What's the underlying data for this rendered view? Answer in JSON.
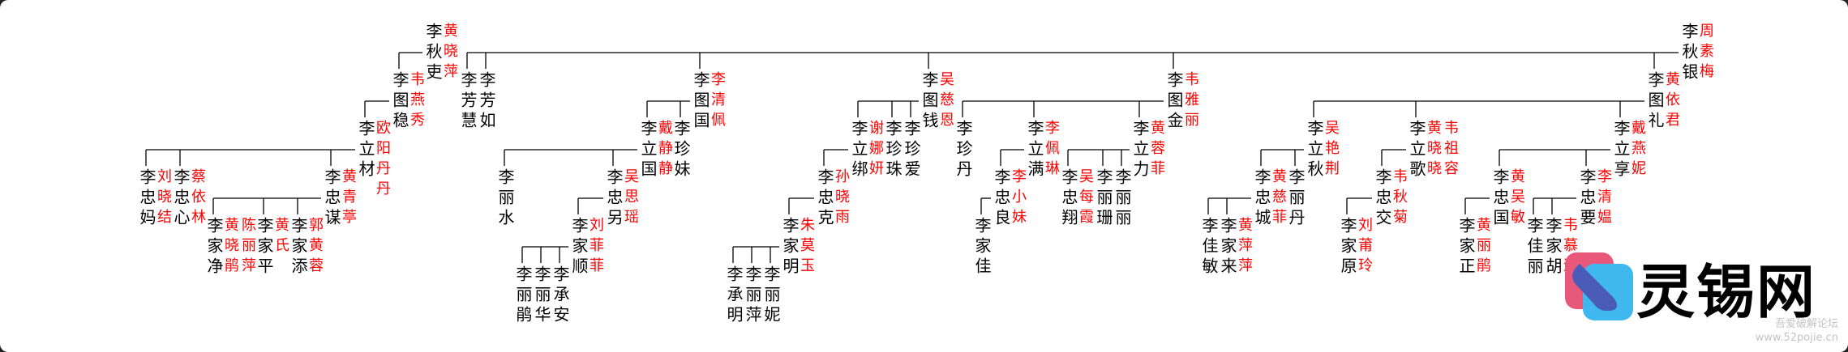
{
  "colors": {
    "person": "#000000",
    "spouse": "#ff0000",
    "line": "#000000"
  },
  "people": [
    {
      "id": "p0",
      "name": "李秋吏",
      "spouses": [
        "黄晓萍"
      ],
      "parent": null
    },
    {
      "id": "p1",
      "name": "李图稳",
      "spouses": [
        "韦燕秀"
      ],
      "parent": "p0"
    },
    {
      "id": "p2",
      "name": "李立材",
      "spouses": [
        "欧阳丹丹"
      ],
      "parent": "p1"
    },
    {
      "id": "p3",
      "name": "李忠妈",
      "spouses": [
        "刘晓结"
      ],
      "parent": "p2"
    },
    {
      "id": "p4",
      "name": "李忠心",
      "spouses": [
        "蔡依林"
      ],
      "parent": "p2"
    },
    {
      "id": "p5",
      "name": "李忠谋",
      "spouses": [
        "黄青葶"
      ],
      "parent": "p2"
    },
    {
      "id": "p6",
      "name": "李家净",
      "spouses": [
        "黄晓鹃",
        "陈丽萍"
      ],
      "parent": "p5"
    },
    {
      "id": "p7",
      "name": "李家平",
      "spouses": [
        "黄氏"
      ],
      "parent": "p5"
    },
    {
      "id": "p8",
      "name": "李家添",
      "spouses": [
        "郭黄蓉"
      ],
      "parent": "p5"
    },
    {
      "id": "p9",
      "name": "李秋银",
      "spouses": [
        "周素梅"
      ],
      "parent": null
    },
    {
      "id": "p10",
      "name": "李芳慧",
      "spouses": [],
      "parent": "p9"
    },
    {
      "id": "p11",
      "name": "李芳如",
      "spouses": [],
      "parent": "p9"
    },
    {
      "id": "p12",
      "name": "李图国",
      "spouses": [
        "李清佩"
      ],
      "parent": "p9"
    },
    {
      "id": "p13",
      "name": "李立国",
      "spouses": [
        "戴静静"
      ],
      "parent": "p12"
    },
    {
      "id": "p14",
      "name": "李珍妹",
      "spouses": [],
      "parent": "p12"
    },
    {
      "id": "p15",
      "name": "李丽水",
      "spouses": [],
      "parent": "p13"
    },
    {
      "id": "p16",
      "name": "李忠另",
      "spouses": [
        "吴思瑶"
      ],
      "parent": "p13"
    },
    {
      "id": "p17",
      "name": "李家顺",
      "spouses": [
        "刘菲菲"
      ],
      "parent": "p16"
    },
    {
      "id": "p18",
      "name": "李丽鹃",
      "spouses": [],
      "parent": "p17"
    },
    {
      "id": "p19",
      "name": "李丽华",
      "spouses": [],
      "parent": "p17"
    },
    {
      "id": "p20",
      "name": "李承安",
      "spouses": [],
      "parent": "p17"
    },
    {
      "id": "p21",
      "name": "李图钱",
      "spouses": [
        "吴慈恩"
      ],
      "parent": "p9"
    },
    {
      "id": "p22",
      "name": "李立绑",
      "spouses": [
        "谢娜妍"
      ],
      "parent": "p21"
    },
    {
      "id": "p23",
      "name": "李珍珠",
      "spouses": [],
      "parent": "p21"
    },
    {
      "id": "p24",
      "name": "李珍爱",
      "spouses": [],
      "parent": "p21"
    },
    {
      "id": "p25",
      "name": "李忠克",
      "spouses": [
        "孙晓雨"
      ],
      "parent": "p22"
    },
    {
      "id": "p26",
      "name": "李家明",
      "spouses": [
        "朱莫玉"
      ],
      "parent": "p25"
    },
    {
      "id": "p27",
      "name": "李承明",
      "spouses": [],
      "parent": "p26"
    },
    {
      "id": "p28",
      "name": "李丽萍",
      "spouses": [],
      "parent": "p26"
    },
    {
      "id": "p29",
      "name": "李丽妮",
      "spouses": [],
      "parent": "p26"
    },
    {
      "id": "p30",
      "name": "李图金",
      "spouses": [
        "韦雅丽"
      ],
      "parent": "p9"
    },
    {
      "id": "p31",
      "name": "李珍丹",
      "spouses": [],
      "parent": "p30"
    },
    {
      "id": "p32",
      "name": "李立满",
      "spouses": [
        "李佩琳"
      ],
      "parent": "p30"
    },
    {
      "id": "p33",
      "name": "李立力",
      "spouses": [
        "黄蓉菲"
      ],
      "parent": "p30"
    },
    {
      "id": "p34",
      "name": "李忠良",
      "spouses": [
        "李小妹"
      ],
      "parent": "p32"
    },
    {
      "id": "p35",
      "name": "李家佳",
      "spouses": [],
      "parent": "p34"
    },
    {
      "id": "p36",
      "name": "李忠翔",
      "spouses": [
        "吴每霞"
      ],
      "parent": "p33"
    },
    {
      "id": "p37",
      "name": "李丽珊",
      "spouses": [],
      "parent": "p33"
    },
    {
      "id": "p38",
      "name": "李丽丽",
      "spouses": [],
      "parent": "p33"
    },
    {
      "id": "p39",
      "name": "李图礼",
      "spouses": [
        "黄依君"
      ],
      "parent": "p9"
    },
    {
      "id": "p40",
      "name": "李立秋",
      "spouses": [
        "吴艳荆"
      ],
      "parent": "p39"
    },
    {
      "id": "p41",
      "name": "李立歌",
      "spouses": [
        "黄晓晓",
        "韦祖容"
      ],
      "parent": "p39"
    },
    {
      "id": "p42",
      "name": "李立享",
      "spouses": [
        "戴燕妮"
      ],
      "parent": "p39"
    },
    {
      "id": "p43",
      "name": "李忠城",
      "spouses": [
        "黄慈菲"
      ],
      "parent": "p40"
    },
    {
      "id": "p44",
      "name": "李丽丹",
      "spouses": [],
      "parent": "p40"
    },
    {
      "id": "p45",
      "name": "李佳敏",
      "spouses": [],
      "parent": "p43"
    },
    {
      "id": "p46",
      "name": "李家来",
      "spouses": [
        "黄萍萍"
      ],
      "parent": "p43"
    },
    {
      "id": "p47",
      "name": "李忠交",
      "spouses": [
        "韦秋菊"
      ],
      "parent": "p41"
    },
    {
      "id": "p48",
      "name": "李家原",
      "spouses": [
        "刘莆玲"
      ],
      "parent": "p47"
    },
    {
      "id": "p49",
      "name": "李忠国",
      "spouses": [
        "黄吴敏"
      ],
      "parent": "p42"
    },
    {
      "id": "p50",
      "name": "李家正",
      "spouses": [
        "黄丽鹃"
      ],
      "parent": "p49"
    },
    {
      "id": "p51",
      "name": "李忠要",
      "spouses": [
        "李清媪"
      ],
      "parent": "p42"
    },
    {
      "id": "p52",
      "name": "李佳丽",
      "spouses": [],
      "parent": "p51"
    },
    {
      "id": "p53",
      "name": "李家胡",
      "spouses": [
        "韦慕道"
      ],
      "parent": "p51"
    }
  ],
  "watermark": {
    "logo_text": "灵锡网",
    "forum": "吾爱破解论坛",
    "url": "www.52pojie.cn"
  }
}
